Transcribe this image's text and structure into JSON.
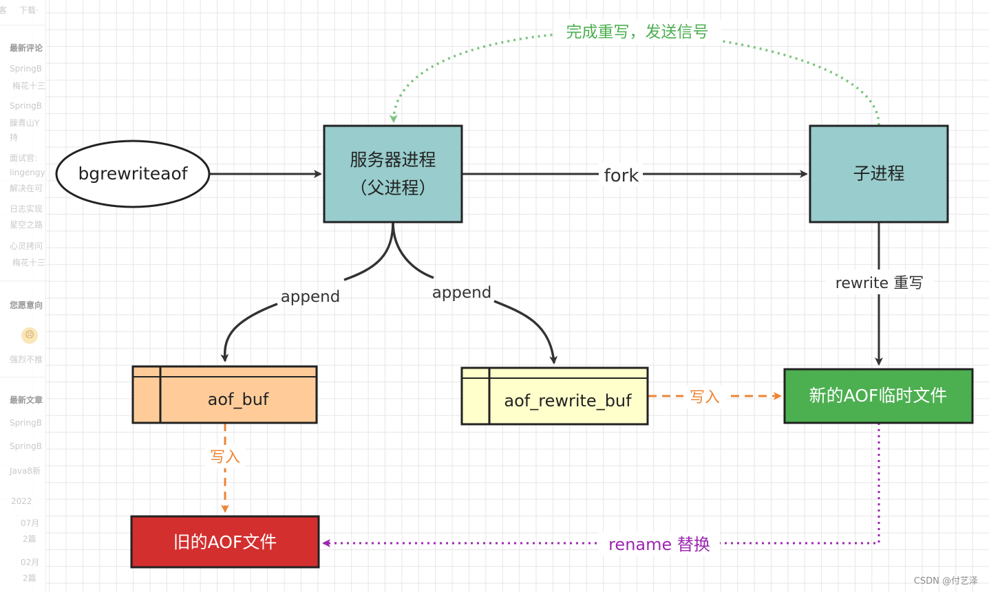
{
  "sidebar": {
    "top": [
      "客",
      "下载·"
    ],
    "section_comments": "最新评论",
    "comments": [
      "SpringB",
      "梅花十三",
      "SpringB",
      "臊青山Y",
      "持",
      "面试官:",
      "lingengy",
      "解决在可",
      "日志实现",
      "星空之路",
      "心灵拷问",
      "梅花十三"
    ],
    "section_wish": "您愿意向",
    "wish_option": "强烈不推",
    "section_articles": "最新文章",
    "articles": [
      "SpringB",
      "SpringB",
      "Java8新"
    ],
    "archive_year": "2022",
    "archive": [
      {
        "month": "07月",
        "count": "2篇"
      },
      {
        "month": "02月",
        "count": "2篇"
      }
    ]
  },
  "diagram": {
    "nodes": {
      "trigger": "bgrewriteaof",
      "server_line1": "服务器进程",
      "server_line2": "（父进程）",
      "child": "子进程",
      "aof_buf": "aof_buf",
      "aof_rewrite_buf": "aof_rewrite_buf",
      "new_aof": "新的AOF临时文件",
      "old_aof": "旧的AOF文件"
    },
    "edges": {
      "fork": "fork",
      "append_left": "append",
      "append_right": "append",
      "rewrite": "rewrite 重写",
      "write_buf": "写入",
      "write_rewrite_buf": "写入",
      "rename": "rename 替换",
      "signal": "完成重写，发送信号"
    },
    "colors": {
      "server": "#99cccc",
      "child": "#99cccc",
      "aof_buf": "#ffcc99",
      "aof_rewrite_buf": "#ffffcc",
      "new_aof": "#4caf50",
      "old_aof": "#d32f2f",
      "orange": "#ee8433",
      "purple": "#9c27b0",
      "green": "#7cc47f"
    }
  },
  "watermark": "CSDN @付艺泽"
}
